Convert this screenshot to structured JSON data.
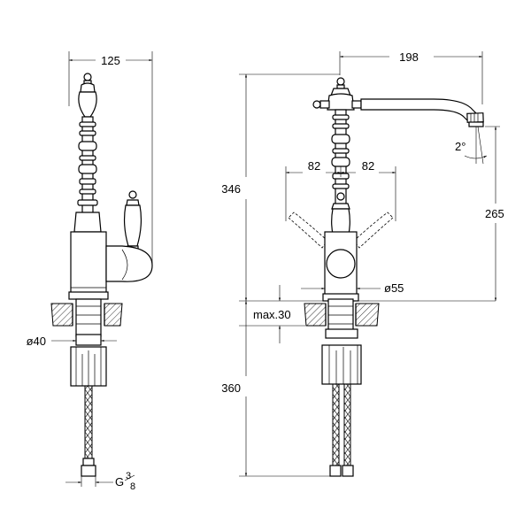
{
  "dimensions": {
    "side_width": "125",
    "front_reach": "198",
    "total_height": "346",
    "spout_height": "265",
    "below_counter": "360",
    "handle_left": "82",
    "handle_right": "82",
    "base_diameter": "ø55",
    "hole_diameter": "ø40",
    "max_thickness": "max.30",
    "spout_angle": "2°",
    "thread_g": "G",
    "thread_num": "3",
    "thread_den": "8"
  }
}
